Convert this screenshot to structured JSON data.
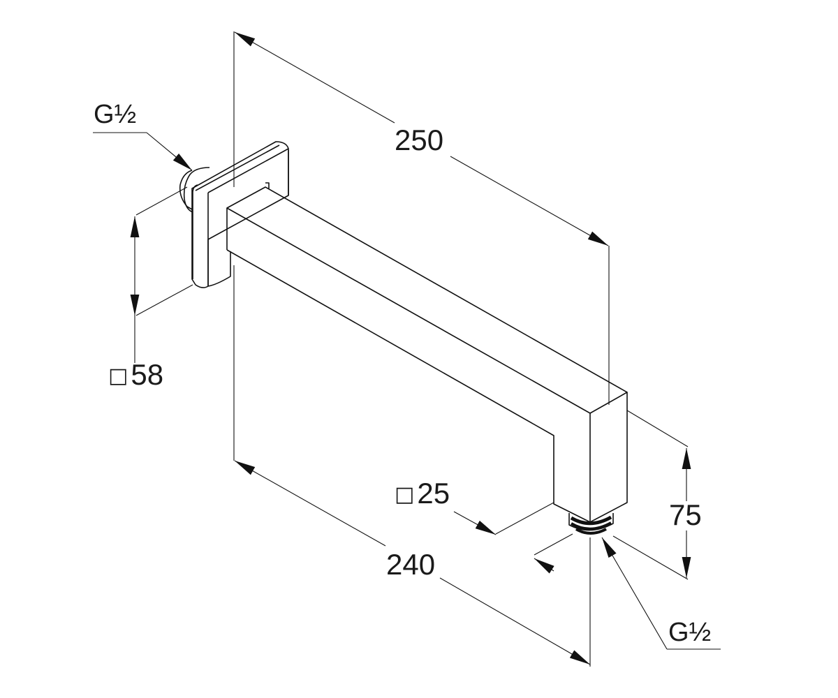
{
  "drawing": {
    "overall_length": "250",
    "projection": "240",
    "drop": "75",
    "wall_plate": {
      "square_symbol": "□",
      "size": "58"
    },
    "arm_section": {
      "square_symbol": "□",
      "size": "25"
    },
    "inlet_thread": "G½",
    "outlet_thread": "G½",
    "line_color": "#111111"
  }
}
